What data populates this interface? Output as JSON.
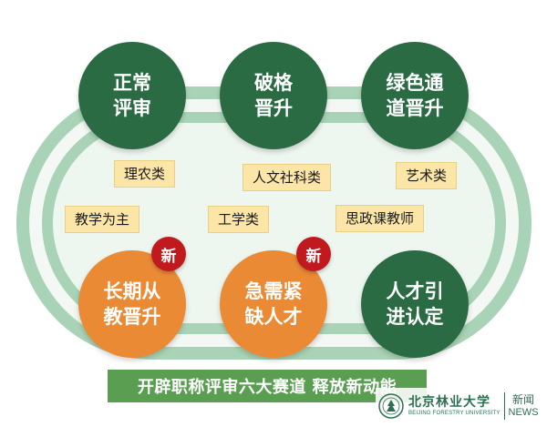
{
  "circles": {
    "regular": {
      "line1": "正常",
      "line2": "评审",
      "color": "#2a6b44"
    },
    "breakthrough": {
      "line1": "破格",
      "line2": "晋升",
      "color": "#2a6b44"
    },
    "green_channel": {
      "line1": "绿色通",
      "line2": "道晋升",
      "color": "#2a6b44"
    },
    "long_term_teaching": {
      "line1": "长期从",
      "line2": "教晋升",
      "color": "#ea8a34",
      "badge": "新"
    },
    "urgent_talent": {
      "line1": "急需紧",
      "line2": "缺人才",
      "color": "#ea8a34",
      "badge": "新"
    },
    "talent_introduction": {
      "line1": "人才引",
      "line2": "进认定",
      "color": "#2a6b44"
    }
  },
  "tags": [
    "理农类",
    "人文社科类",
    "艺术类",
    "教学为主",
    "工学类",
    "思政课教师"
  ],
  "banner": "开辟职称评审六大赛道 释放新动能",
  "logo": {
    "name_cn": "北京林业大学",
    "name_en": "BEIJING FORESTRY UNIVERSITY",
    "news_cn": "新闻",
    "news_en": "NEWS"
  },
  "colors": {
    "green": "#2a6b44",
    "orange": "#ea8a34",
    "badge_red": "#c01a1f",
    "tag_yellow": "#fbe6a8",
    "banner_green": "#5a9e52",
    "track_green": "#a9d3b6"
  }
}
